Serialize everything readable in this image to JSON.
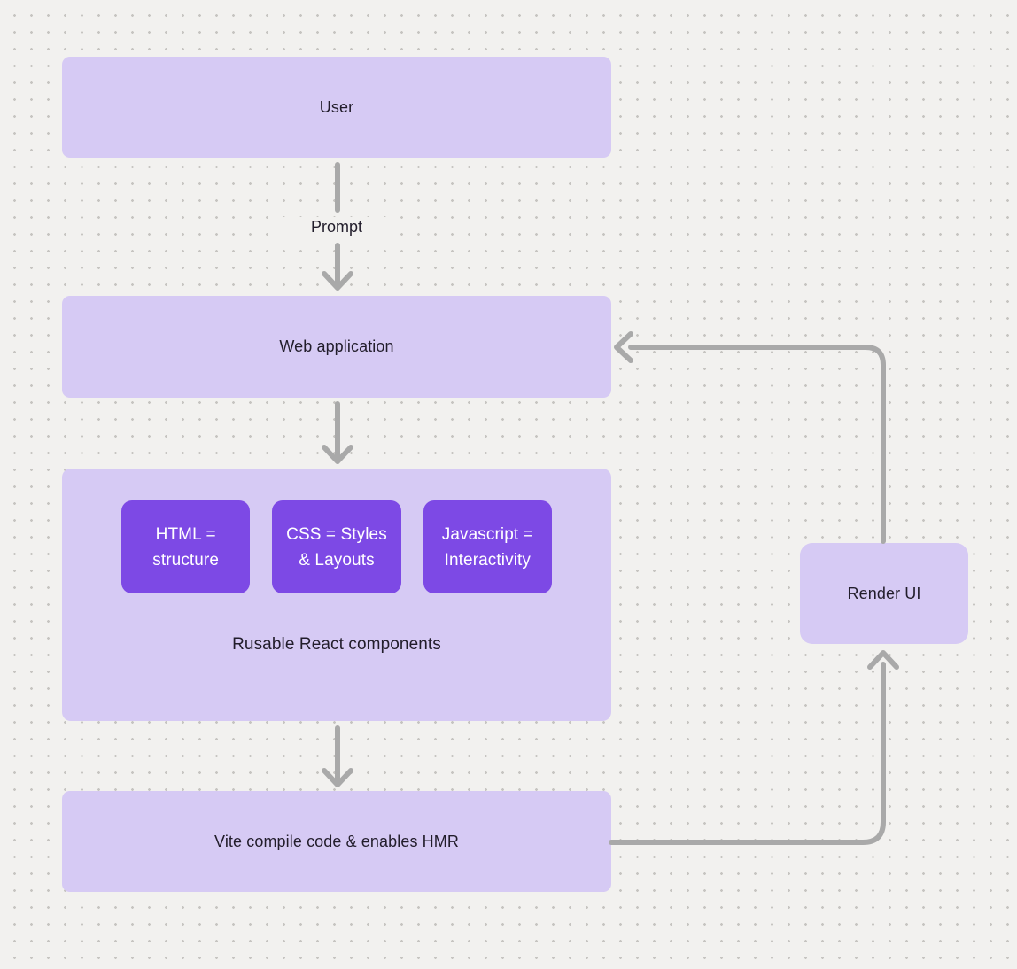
{
  "diagram": {
    "nodes": {
      "user": {
        "label": "User"
      },
      "web_application": {
        "label": "Web application"
      },
      "components_group": {
        "caption": "Rusable React components",
        "children": [
          {
            "line1": "HTML =",
            "line2": "structure"
          },
          {
            "line1": "CSS = Styles",
            "line2": "& Layouts"
          },
          {
            "line1": "Javascript =",
            "line2": "Interactivity"
          }
        ]
      },
      "vite": {
        "label": "Vite compile code & enables HMR"
      },
      "render_ui": {
        "label": "Render UI"
      }
    },
    "edges": {
      "user_to_webapp_label": "Prompt"
    },
    "colors": {
      "background": "#f2f1ef",
      "dot_grid": "#c6c4c1",
      "node_fill": "#d6caf4",
      "accent_fill": "#7d49e5",
      "arrow": "#a9a9a9",
      "text_dark": "#221d2b",
      "text_light": "#ffffff"
    }
  }
}
